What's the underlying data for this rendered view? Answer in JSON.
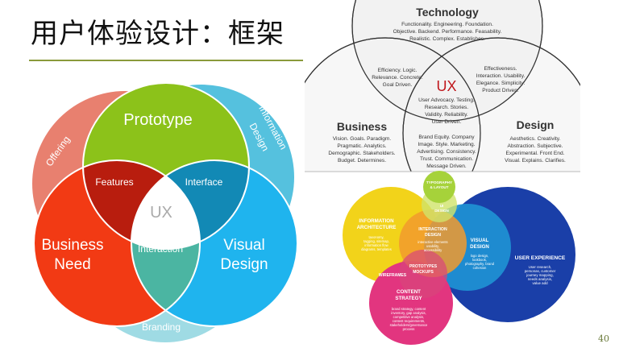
{
  "slide": {
    "title": "用户体验设计：框架",
    "page_number": "40"
  },
  "diagram_left": {
    "circles": {
      "prototype": "Prototype",
      "business": [
        "Business",
        "Need"
      ],
      "visual": [
        "Visual",
        "Design"
      ],
      "offering": "Offering",
      "information": [
        "Information",
        "Design"
      ],
      "branding": "Branding"
    },
    "overlaps": {
      "features": "Features",
      "interface": "Interface",
      "interaction": "Interaction",
      "center": "UX"
    },
    "colors": {
      "prototype": "#8cc21a",
      "business": "#f23a14",
      "visual": "#1fb4ee",
      "offering": "#e8806f",
      "information": "#55c1de",
      "branding": "#9fdbe4",
      "features": "#b81d0e",
      "interface": "#1289b5",
      "interaction": "#4bb5a2"
    }
  },
  "diagram_right_top": {
    "technology": {
      "title": "Technology",
      "lines": [
        "Functionality. Engineering. Foundation.",
        "Objective. Backend. Performance. Feasability.",
        "Realistic. Complex. Establishes."
      ]
    },
    "business": {
      "title": "Business",
      "lines": [
        "Vision. Goals. Paradigm.",
        "Pragmatic. Analytics.",
        "Demographic. Stakeholders.",
        "Budget. Determines."
      ]
    },
    "design": {
      "title": "Design",
      "lines": [
        "Aesthetics. Creativity.",
        "Abstraction. Subjective.",
        "Experimental. Front End.",
        "Visual. Explains. Clarifies."
      ]
    },
    "tech_business": [
      "Efficiency. Logic.",
      "Relevance. Concrete.",
      "Goal Driven."
    ],
    "tech_design": [
      "Effectiveness.",
      "Interaction. Usability.",
      "Elegance. Simplicity.",
      "Product Driven."
    ],
    "business_design": [
      "Brand Equity. Company",
      "Image. Style. Marketing.",
      "Advertising. Consistency.",
      "Trust. Communication.",
      "Message Driven."
    ],
    "center": {
      "title": "UX",
      "lines": [
        "User Advocacy. Testing.",
        "Research. Stories.",
        "Validity. Reliability.",
        "User Driven."
      ]
    },
    "colors": {
      "ux": "#c0161b",
      "ring_fill": "#f2f2f2",
      "stroke": "#333333"
    }
  },
  "diagram_right_bottom": {
    "typography": [
      "TYPOGRAPHY",
      "& LAYOUT"
    ],
    "ui_design": [
      "UI",
      "DESIGN"
    ],
    "information_architecture": {
      "title": [
        "INFORMATION",
        "ARCHITECTURE"
      ],
      "lines": [
        "taxonomy,",
        "tagging, sitemap,",
        "information flow",
        "diagrams, templates"
      ]
    },
    "interaction_design": {
      "title": [
        "INTERACTION",
        "DESIGN"
      ],
      "lines": [
        "interactive elements",
        "usability,",
        "accessibility"
      ]
    },
    "visual_design": {
      "title": [
        "VISUAL",
        "DESIGN"
      ],
      "lines": [
        "logo design,",
        "lookbook,",
        "photography, brand",
        "cohesion"
      ]
    },
    "user_experience": {
      "title": "USER EXPERIENCE",
      "lines": [
        "User research,",
        "personas, customer",
        "journey mapping,",
        "needs analysis,",
        "value add"
      ]
    },
    "prototypes": [
      "PROTOTYPES",
      "MOCKUPS"
    ],
    "wireframes": "WIREFRAMES",
    "content_strategy": {
      "title": [
        "CONTENT",
        "STRATEGY"
      ],
      "lines": [
        "brand strategy, content",
        "inventory, gap analysis,",
        "competitive analysis,",
        "content requirements,",
        "stakeholders/governance",
        "process"
      ]
    },
    "colors": {
      "ia": "#f2d31a",
      "ux": "#1a3fa8",
      "content": "#e2357f",
      "visual": "#1f8fd2",
      "interaction": "#f29a2e",
      "typography": "#a6d23a"
    }
  }
}
